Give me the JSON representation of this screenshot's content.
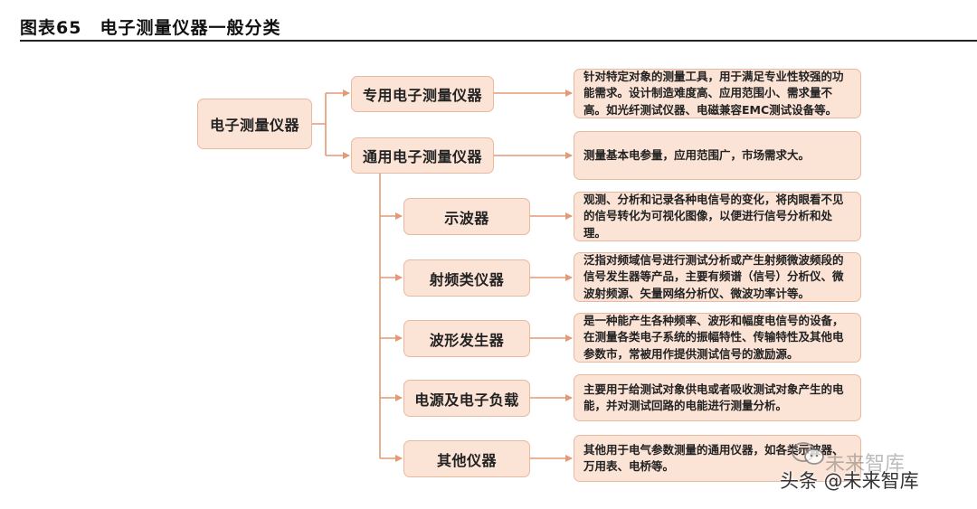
{
  "figure_title": "图表65　电子测量仪器一般分类",
  "root": "电子测量仪器",
  "categories": [
    {
      "label": "专用电子测量仪器",
      "desc": "针对特定对象的测量工具，用于满足专业性较强的功能需求。设计制造难度高、应用范围小、需求量不高。如光纤测试仪器、电磁兼容EMC测试设备等。"
    },
    {
      "label": "通用电子测量仪器",
      "desc": "测量基本电参量，应用范围广，市场需求大。"
    }
  ],
  "general_types": [
    {
      "label": "示波器",
      "desc": "观测、分析和记录各种电信号的变化，将肉眼看不见的信号转化为可视化图像，以便进行信号分析和处理。"
    },
    {
      "label": "射频类仪器",
      "desc": "泛指对频域信号进行测试分析或产生射频微波频段的信号发生器等产品，主要有频谱（信号）分析仪、微波射频源、矢量网络分析仪、微波功率计等。"
    },
    {
      "label": "波形发生器",
      "desc": "是一种能产生各种频率、波形和幅度电信号的设备，在测量各类电子系统的振幅特性、传输特性及其他电参数市，常被用作提供测试信号的激励源。"
    },
    {
      "label": "电源及电子负载",
      "desc": "主要用于给测试对象供电或者吸收测试对象产生的电能，并对测试回路的电能进行测量分析。"
    },
    {
      "label": "其他仪器",
      "desc": "其他用于电气参数测量的通用仪器，如各类示波器、万用表、电桥等。"
    }
  ],
  "watermark": {
    "text": "头条 @未来智库",
    "faint_text": "未来智库",
    "icon": "wechat-logo-icon"
  },
  "colors": {
    "box_fill": "#fbe3d6",
    "box_border": "#e8b9a0",
    "connector": "#e39a76"
  }
}
